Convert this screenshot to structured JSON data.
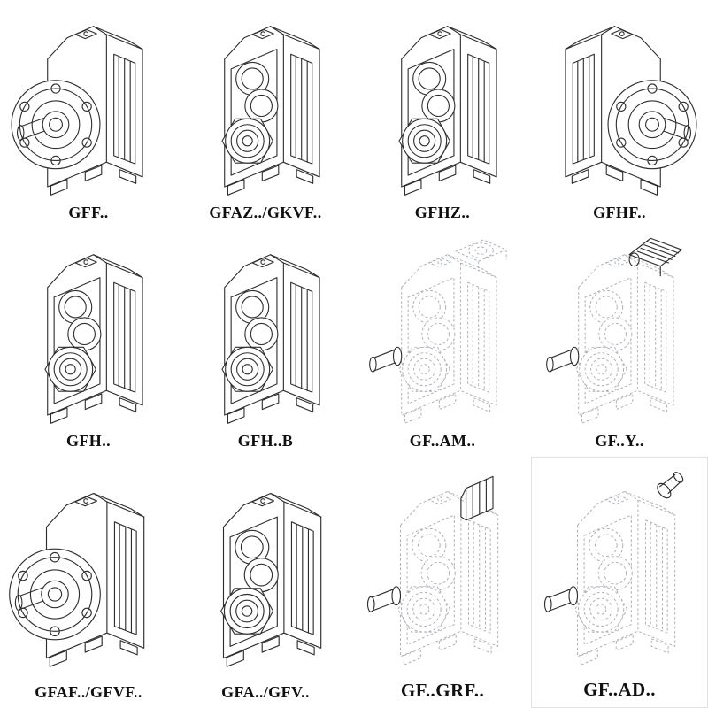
{
  "catalog": {
    "line_colors": {
      "solid": "#2e2e2e",
      "phantom": "#a7adb3"
    },
    "cells": [
      {
        "label": "GFF..",
        "variant": "solid-flange-output-shaft"
      },
      {
        "label": "GFAZ../GKVF..",
        "variant": "solid-face-bores"
      },
      {
        "label": "GFHZ..",
        "variant": "solid-face-bores"
      },
      {
        "label": "GFHF..",
        "variant": "solid-flange-output-shaft-mirrored"
      },
      {
        "label": "GFH..",
        "variant": "solid-face-bores"
      },
      {
        "label": "GFH..B",
        "variant": "solid-face-bores"
      },
      {
        "label": "GF..AM..",
        "variant": "phantom-top-flange-adapter"
      },
      {
        "label": "GF..Y..",
        "variant": "phantom-with-motor"
      },
      {
        "label": "GFAF../GFVF..",
        "variant": "solid-flange-output-shaft"
      },
      {
        "label": "GFA../GFV..",
        "variant": "solid-face-bores"
      },
      {
        "label": "GF..GRF..",
        "variant": "phantom-with-adapter-block"
      },
      {
        "label": "GF..AD..",
        "variant": "phantom-top-input-shaft"
      }
    ]
  }
}
